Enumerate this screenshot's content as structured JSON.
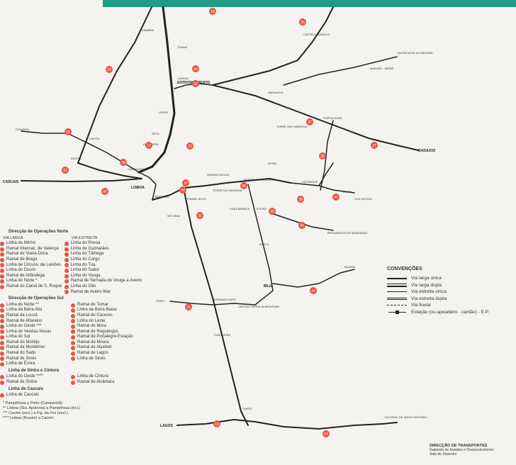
{
  "colors": {
    "banner": "#1f9c84",
    "accent": "#e8543e",
    "line": "#222222",
    "background": "#f4f3ef"
  },
  "map": {
    "places": {
      "alhandra": "ALHANDRA",
      "larada": "LARADA",
      "entroncamento": "ENTRONCAMENTO",
      "leiria": "LEIRIA",
      "cacem": "CACÉM",
      "sintra": "SINTRA",
      "cascais": "CASCAIS",
      "campolide": "CAMPOLIDE",
      "lisboa": "LISBOA",
      "barreiro": "BARREIRO",
      "pinhal_novo": "PINHAL NOVO",
      "setubal": "SETÚBAL",
      "torre_da_gadanha": "TORRE DA GADANHA",
      "montemor": "MONTEMOR-O-NOVO",
      "mora": "MORA",
      "estremoz": "ESTREMOZ",
      "elvas": "ELVAS",
      "vila_vicosa": "VILA VIÇOSA",
      "badajoz": "BADAJOZ",
      "portalegre": "PORTALEGRE",
      "marvao": "MARVÃO - BEIRÃ",
      "valencia": "VALENCIA DE ALCÂNTARA",
      "castelo_branco": "CASTELO BRANCO",
      "casa_branca": "CASA BRANCA",
      "reguengos": "REGUENGOS DE MONSARAZ",
      "beja": "BEJA",
      "moura": "MOURA",
      "sines": "SINES",
      "funcheira": "FUNCHEIRA",
      "tunes": "TUNES",
      "lagos": "LAGOS",
      "vila_real": "VILA REAL DE SANTO ANTÓNIO",
      "tomar": "TOMAR",
      "evora": "ÉVORA",
      "ermidas": "ERMIDAS-SADO",
      "alvito": "ALVITO",
      "castro_verde": "CASTRO VERDE-ALMODÔVAR",
      "torre_das_vargens": "TORRE DAS VARGENS",
      "abrantes": "ABRANTES",
      "coimbra": "COIMBRA",
      "figueira": "FIGUEIRA",
      "setil": "SETIL",
      "vendas_novas": "VENDAS NOVAS"
    },
    "circle_numbers": [
      "23",
      "26",
      "18",
      "29",
      "28",
      "30",
      "31",
      "25",
      "32",
      "33",
      "34",
      "35",
      "36",
      "17",
      "37",
      "38",
      "39",
      "40",
      "41",
      "27",
      "42",
      "22",
      "20",
      "21",
      "19",
      "24"
    ]
  },
  "legend": {
    "norte_title": "Direcção de Operações Norte",
    "via_larga": "VIA LARGA",
    "via_estreita": "VIA ESTREITA",
    "norte_larga": [
      "Linha do Minho",
      "Ramal Internac. de Valença",
      "Ramal de Viana-Doca",
      "Ramal de Braga",
      "Linha de Circunv. de Leixões",
      "Linha do Douro",
      "Ramal de Alfândega",
      "Linha do Norte *",
      "Ramal do Canal de S. Roque"
    ],
    "norte_estreita": [
      "Linha do Póvoa",
      "Linha de Guimarães",
      "Linha do Tâmega",
      "Linha do Corgo",
      "Linha do Tua",
      "Linha do Sabor",
      "Linha do Vouga",
      "Ramal de Sernada do Vouga a Aveiro",
      "Linha do Dão",
      "Ramal de Aveiro-Mar"
    ],
    "sul_title": "Direcção de Operações Sul",
    "sul_larga": [
      "Linha do Norte **",
      "Linha da Beira Alta",
      "Ramal da Lousã",
      "Ramal de Alfarelos",
      "Linha do Oeste ***",
      "Linha de Vendas Novas",
      "Linha do Sul",
      "Ramal do Montijo",
      "Ramal de Montemor",
      "Ramal do Sado",
      "Ramal de Sines",
      "Linha de Évora"
    ],
    "sul_larga2": [
      "Ramal de Tomar",
      "Linha da Beira Baixa",
      "Ramal de Cáceres",
      "Linha do Leste",
      "Ramal de Mora",
      "Ramal de Reguengos",
      "Ramal de Portalegre-Estação",
      "Ramal de Moura",
      "Ramal de Aljustrel",
      "Ramal de Lagos",
      "Linha de Sines"
    ],
    "sintra_title": "Linha de Sintra e Cintura",
    "sintra_a": [
      "Linha do Oeste ****",
      "Ramal de Sintra"
    ],
    "sintra_b": [
      "Linha de Cintura",
      "Ramal de Alcântara"
    ],
    "cascais_title": "Linha de Cascais",
    "cascais": [
      "Linha de Cascais"
    ],
    "notes": [
      "* Pampilhosa a Porto (Campanhã)",
      "** Lisboa (Sta. Apolónia) a Pampilhosa (incl.)",
      "*** Cacém (excl.) a Fig. da Foz (excl.)",
      "**** Lisboa (Rossio) a Cacém"
    ]
  },
  "conventions": {
    "title": "CONVENÇÕES",
    "items": [
      "Via larga única",
      "Via larga dupla",
      "Via estreita única",
      "Via estreita dupla",
      "Via fluvial",
      "Estação (ou apeadeiro - cantão) - E.P."
    ]
  },
  "credits": {
    "title": "DIRECÇÃO DE TRANSPORTES",
    "line1": "Gabinete de Estudos e Desenvolvimento",
    "line2": "Sala de Desenho"
  }
}
